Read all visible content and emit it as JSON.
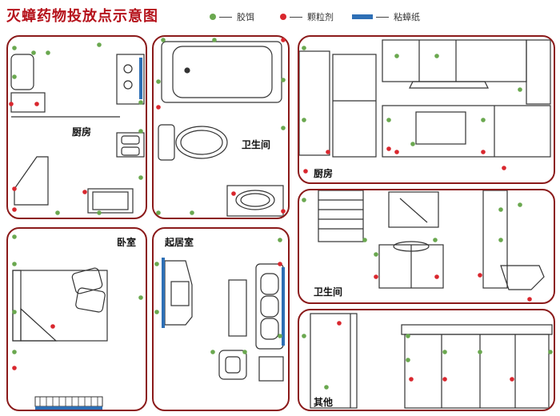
{
  "title": "灭蟑药物投放点示意图",
  "legend": [
    {
      "label": "胶饵",
      "color": "#6aa84f",
      "kind": "dot"
    },
    {
      "label": "颗粒剂",
      "color": "#d9272e",
      "kind": "dot"
    },
    {
      "label": "粘蟑纸",
      "color": "#2e6fb5",
      "kind": "bar"
    }
  ],
  "rooms": {
    "kitchen_plan": "厨房",
    "bathroom_plan": "卫生间",
    "bedroom_plan": "卧室",
    "living_plan": "起居室",
    "kitchen_view": "厨房",
    "bathroom_view": "卫生间",
    "other_view": "其他"
  },
  "colors": {
    "frame": "#8b1a1a",
    "gel": "#6aa84f",
    "granule": "#d9272e",
    "sticky": "#2e6fb5"
  }
}
